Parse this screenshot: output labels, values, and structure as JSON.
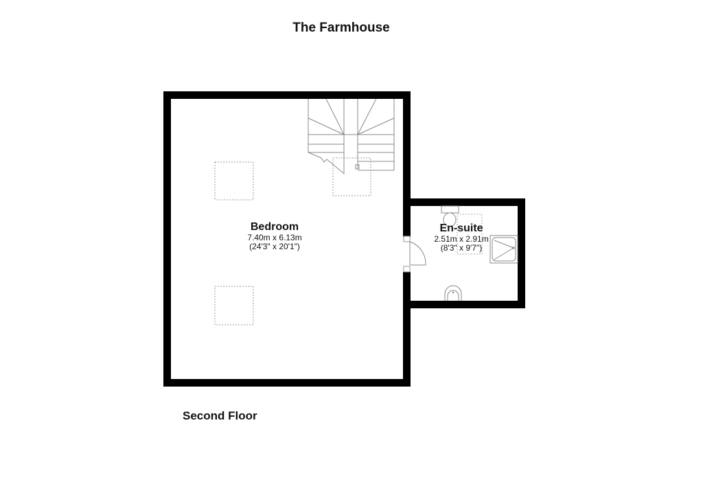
{
  "title": "The Farmhouse",
  "floor": "Second Floor",
  "colors": {
    "wall": "#000000",
    "fixture": "#888888",
    "dashed": "#9a9a9a",
    "background": "#ffffff"
  },
  "rooms": [
    {
      "name": "Bedroom",
      "metric": "7.40m x 6.13m",
      "imperial": "(24'3\" x 20'1\")"
    },
    {
      "name": "En-suite",
      "metric": "2.51m x 2.91m",
      "imperial": "(8'3\" x 9'7\")"
    }
  ],
  "fixtures": [
    "staircase",
    "skylight",
    "skylight",
    "skylight",
    "door",
    "toilet",
    "shower",
    "basin"
  ]
}
